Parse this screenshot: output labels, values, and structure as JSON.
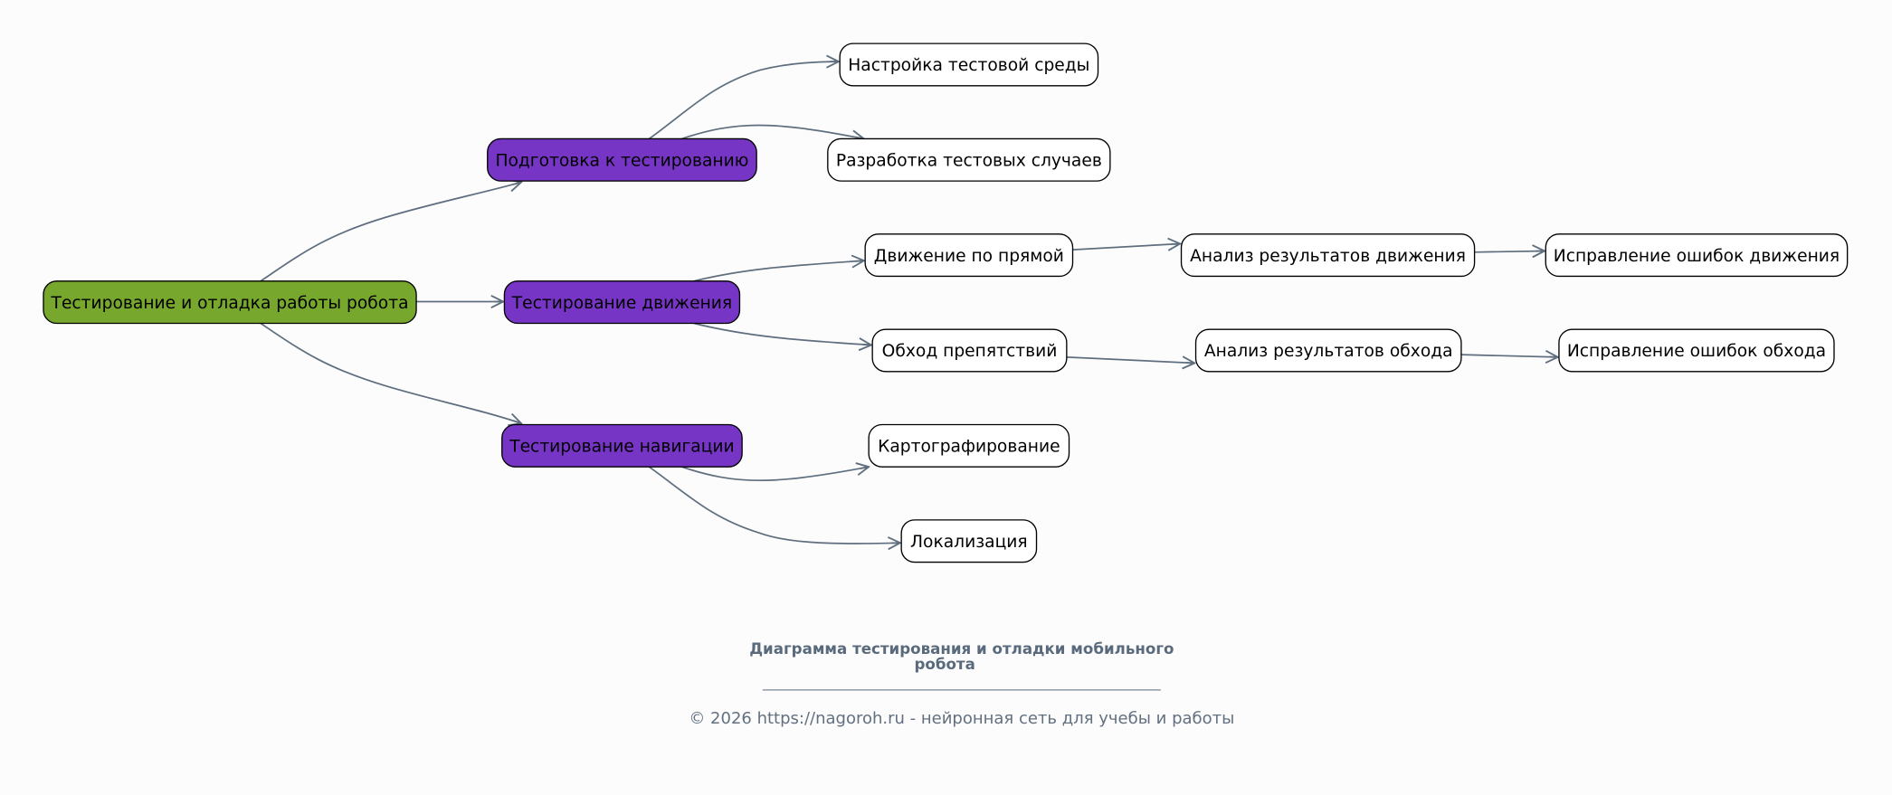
{
  "colors": {
    "root": "#77a72d",
    "branch": "#7635c4",
    "leaf": "#ffffff",
    "edge": "#5f6e7e",
    "text_muted": "#596a7c"
  },
  "diagram": {
    "nodes": [
      {
        "id": "root",
        "label": "Тестирование и отладка работы робота",
        "kind": "root"
      },
      {
        "id": "prep",
        "label": "Подготовка к тестированию",
        "kind": "branch"
      },
      {
        "id": "move",
        "label": "Тестирование движения",
        "kind": "branch"
      },
      {
        "id": "nav",
        "label": "Тестирование навигации",
        "kind": "branch"
      },
      {
        "id": "env",
        "label": "Настройка тестовой среды",
        "kind": "leaf"
      },
      {
        "id": "cases",
        "label": "Разработка тестовых случаев",
        "kind": "leaf"
      },
      {
        "id": "straight",
        "label": "Движение по прямой",
        "kind": "leaf"
      },
      {
        "id": "obst",
        "label": "Обход препятствий",
        "kind": "leaf"
      },
      {
        "id": "map",
        "label": "Картографирование",
        "kind": "leaf"
      },
      {
        "id": "loc",
        "label": "Локализация",
        "kind": "leaf"
      },
      {
        "id": "an_move",
        "label": "Анализ результатов движения",
        "kind": "leaf"
      },
      {
        "id": "an_obst",
        "label": "Анализ результатов обхода",
        "kind": "leaf"
      },
      {
        "id": "fix_move",
        "label": "Исправление ошибок движения",
        "kind": "leaf"
      },
      {
        "id": "fix_obst",
        "label": "Исправление ошибок обхода",
        "kind": "leaf"
      }
    ],
    "edges": [
      [
        "root",
        "prep"
      ],
      [
        "root",
        "move"
      ],
      [
        "root",
        "nav"
      ],
      [
        "prep",
        "env"
      ],
      [
        "prep",
        "cases"
      ],
      [
        "move",
        "straight"
      ],
      [
        "move",
        "obst"
      ],
      [
        "nav",
        "map"
      ],
      [
        "nav",
        "loc"
      ],
      [
        "straight",
        "an_move"
      ],
      [
        "obst",
        "an_obst"
      ],
      [
        "an_move",
        "fix_move"
      ],
      [
        "an_obst",
        "fix_obst"
      ]
    ]
  },
  "title_lines": [
    "Диаграмма тестирования и отладки мобильного",
    "робота"
  ],
  "footer": "© 2026 https://nagoroh.ru - нейронная сеть для учебы и работы"
}
